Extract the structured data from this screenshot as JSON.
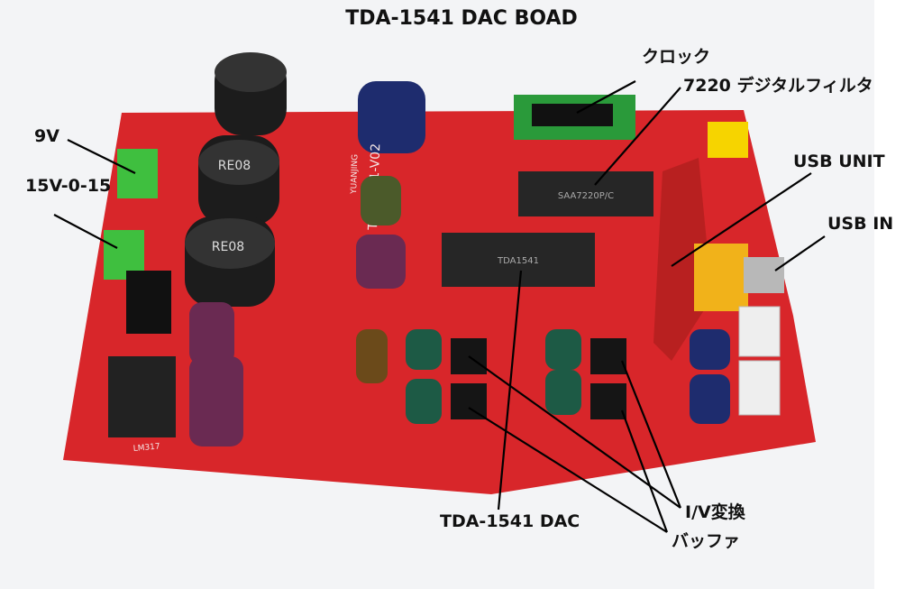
{
  "title": "TDA-1541 DAC BOAD",
  "labels": {
    "v9": "9V",
    "v15": "15V-0-15",
    "clock": "クロック",
    "filter": "7220 デジタルフィルタ",
    "usb_unit": "USB UNIT",
    "usb_in": "USB IN",
    "dac": "TDA-1541 DAC",
    "iv": "I/V変換",
    "buffer": "バッファ"
  },
  "board_silkscreen": {
    "board_name": "TDA1541-V02",
    "brand": "YUANJING",
    "chip_dac": "TDA1541",
    "chip_filter": "SAA7220P/C",
    "capacitor": "RE08",
    "regulator": "LM317"
  },
  "colors": {
    "board": "#d8262a",
    "label": "#111111"
  }
}
